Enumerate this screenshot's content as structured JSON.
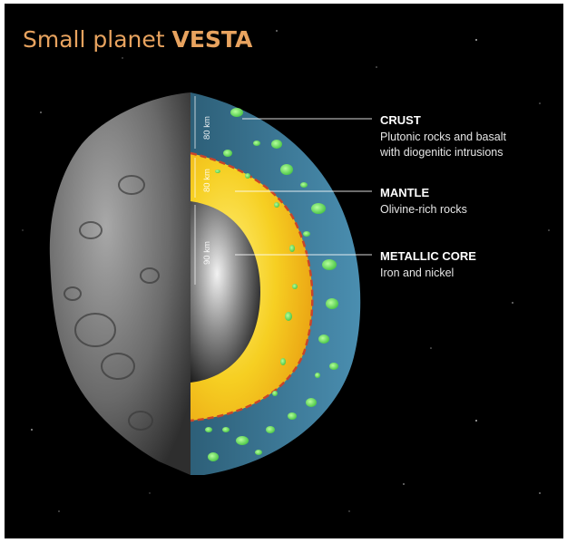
{
  "title": {
    "prefix": "Small planet ",
    "emphasis": "VESTA"
  },
  "colors": {
    "title": "#e8a35f",
    "crust": "#3e7c9c",
    "mantle": "#f2c418",
    "core": "#8a8a8a",
    "inclusions": "#6fe064",
    "boundary": "#c8452a",
    "space": "#000000"
  },
  "layers": [
    {
      "id": "crust",
      "name": "CRUST",
      "description": [
        "Plutonic rocks and basalt",
        "with diogenitic intrusions"
      ],
      "thickness": "80 km"
    },
    {
      "id": "mantle",
      "name": "MANTLE",
      "description": [
        "Olivine-rich rocks"
      ],
      "thickness": "80 km"
    },
    {
      "id": "core",
      "name": "METALLIC CORE",
      "description": [
        "Iron and nickel"
      ],
      "thickness": "90 km"
    }
  ]
}
